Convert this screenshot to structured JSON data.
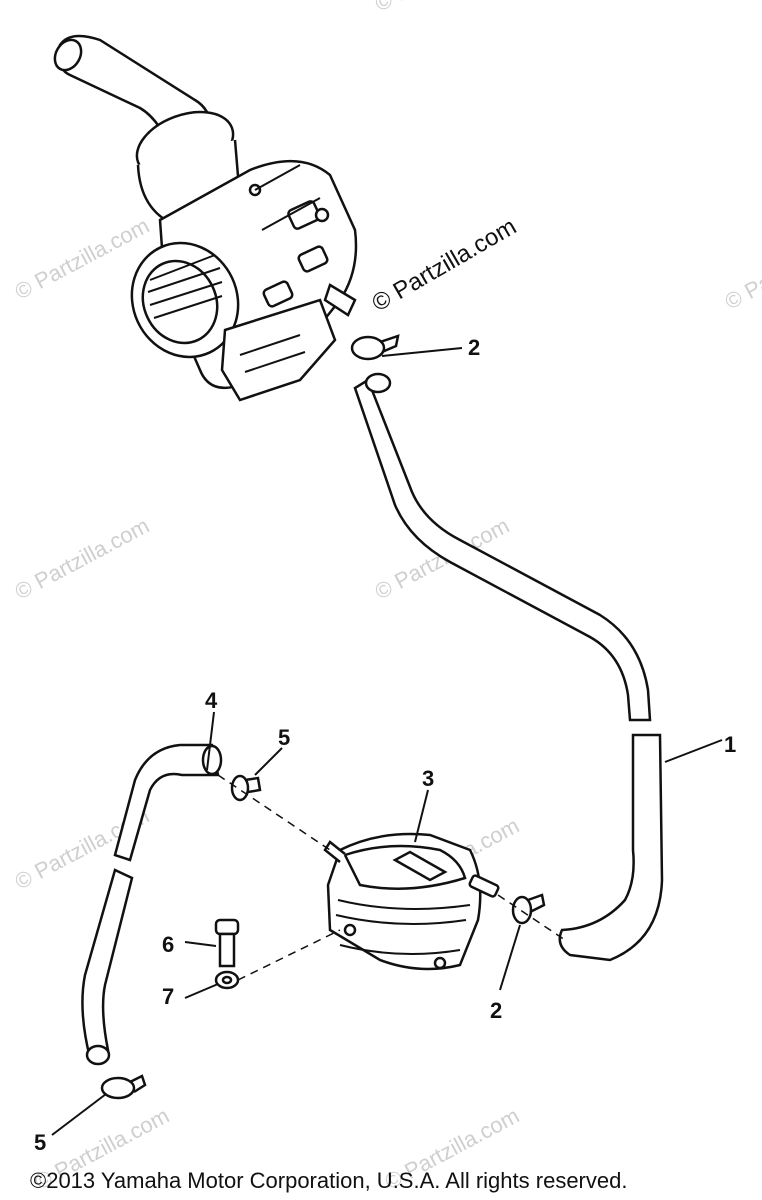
{
  "watermark": {
    "text": "© Partzilla.com"
  },
  "callouts": {
    "c1": "1",
    "c2a": "2",
    "c2b": "2",
    "c3": "3",
    "c4": "4",
    "c5a": "5",
    "c5b": "5",
    "c6": "6",
    "c7": "7"
  },
  "copyright": "©2013 Yamaha Motor Corporation, U.S.A. All rights reserved."
}
